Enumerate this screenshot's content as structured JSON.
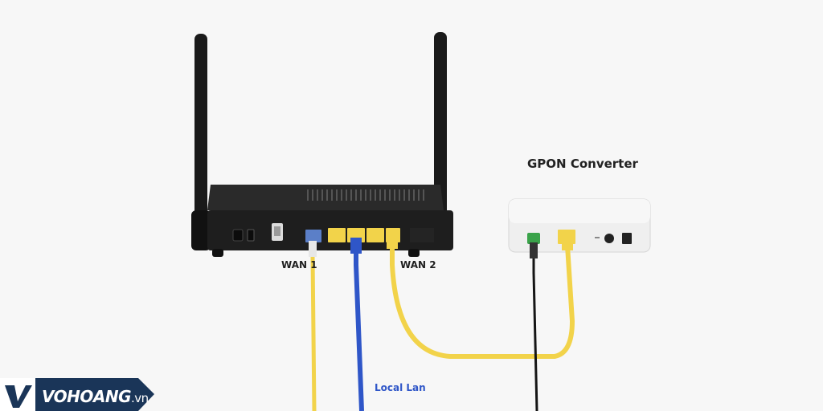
{
  "labels": {
    "gpon_converter": "GPON Converter",
    "wan1": "WAN 1",
    "wan2": "WAN 2",
    "local_lan": "Local Lan"
  },
  "logo": {
    "brand": "VOHOANG",
    "suffix": ".vn"
  },
  "colors": {
    "router_body": "#1e1e1e",
    "converter_body": "#efefef",
    "yellow_cable": "#f2d34a",
    "blue_cable": "#2f56c8",
    "black_cable": "#151515",
    "logo_bg": "#1a3558",
    "label_blue": "#2f56c8"
  }
}
